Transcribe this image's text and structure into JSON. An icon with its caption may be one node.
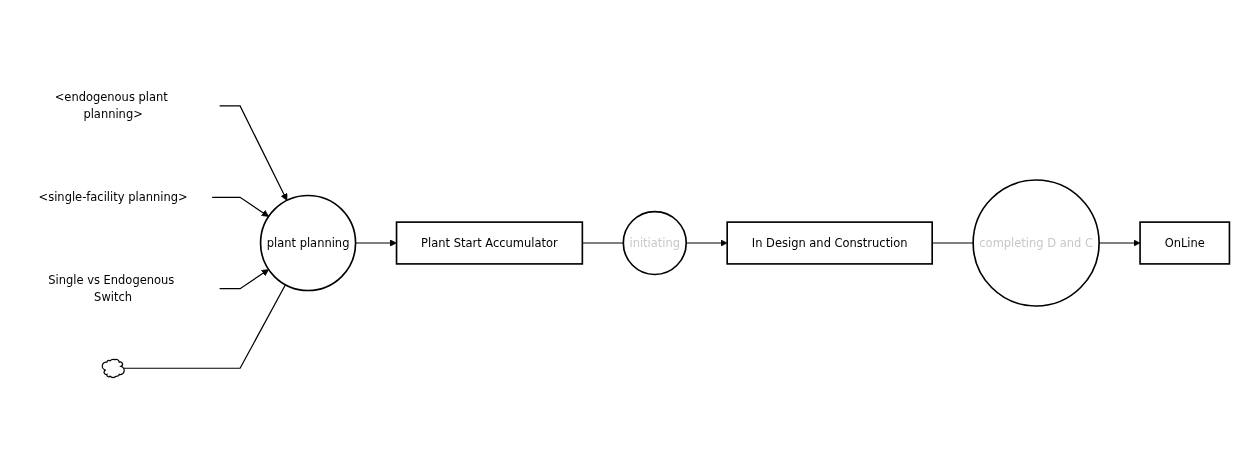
{
  "diagram": {
    "nodes": [
      {
        "text": [
          "<endogenous plant planning>"
        ]
      },
      {
        "text": [],
        "shape": "cloud"
      },
      {
        "text": [
          "plant planning"
        ]
      },
      {
        "text": [
          "Plant Start Accumulator"
        ]
      },
      {
        "text": [
          "initiating"
        ]
      },
      {
        "text": [
          "In Design and Construction"
        ]
      },
      {
        "text": [
          "completing D and C"
        ]
      },
      {
        "text": [
          "OnLine"
        ]
      },
      {
        "text": [
          "<single-facility planning>"
        ]
      },
      {
        "text": [
          "Single vs Endogenous Switch"
        ]
      }
    ],
    "edges": [
      {
        "from": 0,
        "to": 2,
        "arrow": "to"
      },
      {
        "from": 8,
        "to": 2,
        "arrow": "to"
      },
      {
        "from": 9,
        "to": 2,
        "arrow": "to"
      },
      {
        "from": 1,
        "to": 2,
        "arrow": "none"
      },
      {
        "from": 2,
        "to": 3,
        "arrow": "to"
      },
      {
        "from": 3,
        "to": 4,
        "arrow": "none"
      },
      {
        "from": 4,
        "to": 5,
        "arrow": "to"
      },
      {
        "from": 5,
        "to": 6,
        "arrow": "none"
      },
      {
        "from": 6,
        "to": 7,
        "arrow": "to"
      }
    ]
  }
}
